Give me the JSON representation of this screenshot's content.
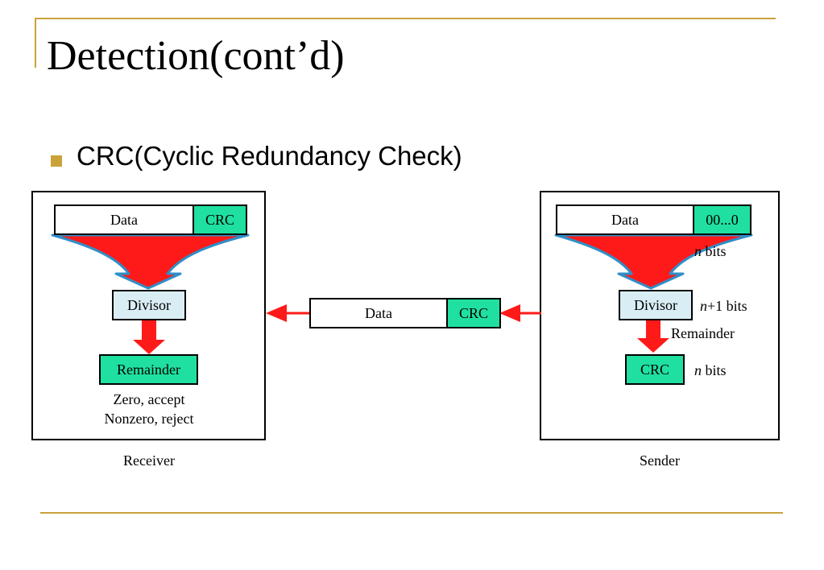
{
  "slide": {
    "title": "Detection(cont’d)",
    "bullet": "CRC(Cyclic Redundancy Check)"
  },
  "receiver": {
    "data_label": "Data",
    "crc_label": "CRC",
    "divisor_label": "Divisor",
    "remainder_label": "Remainder",
    "zero_text": "Zero, accept",
    "nonzero_text": "Nonzero, reject",
    "caption": "Receiver"
  },
  "channel": {
    "data_label": "Data",
    "crc_label": "CRC"
  },
  "sender": {
    "data_label": "Data",
    "zeros_label": "00...0",
    "n_bits_1": "n",
    "n_bits_1_rest": " bits",
    "divisor_label": "Divisor",
    "n_plus_1": "n",
    "n_plus_1_rest": "+1 bits",
    "remainder_text": "Remainder",
    "crc_label": "CRC",
    "n_bits_2": "n",
    "n_bits_2_rest": " bits",
    "caption": "Sender"
  },
  "colors": {
    "accent": "#c9a23a",
    "crc_green": "#1fe0a0",
    "divisor_blue": "#d9eef4",
    "arrow_red": "#ff1a1a",
    "funnel_outline": "#2f8fc8"
  }
}
